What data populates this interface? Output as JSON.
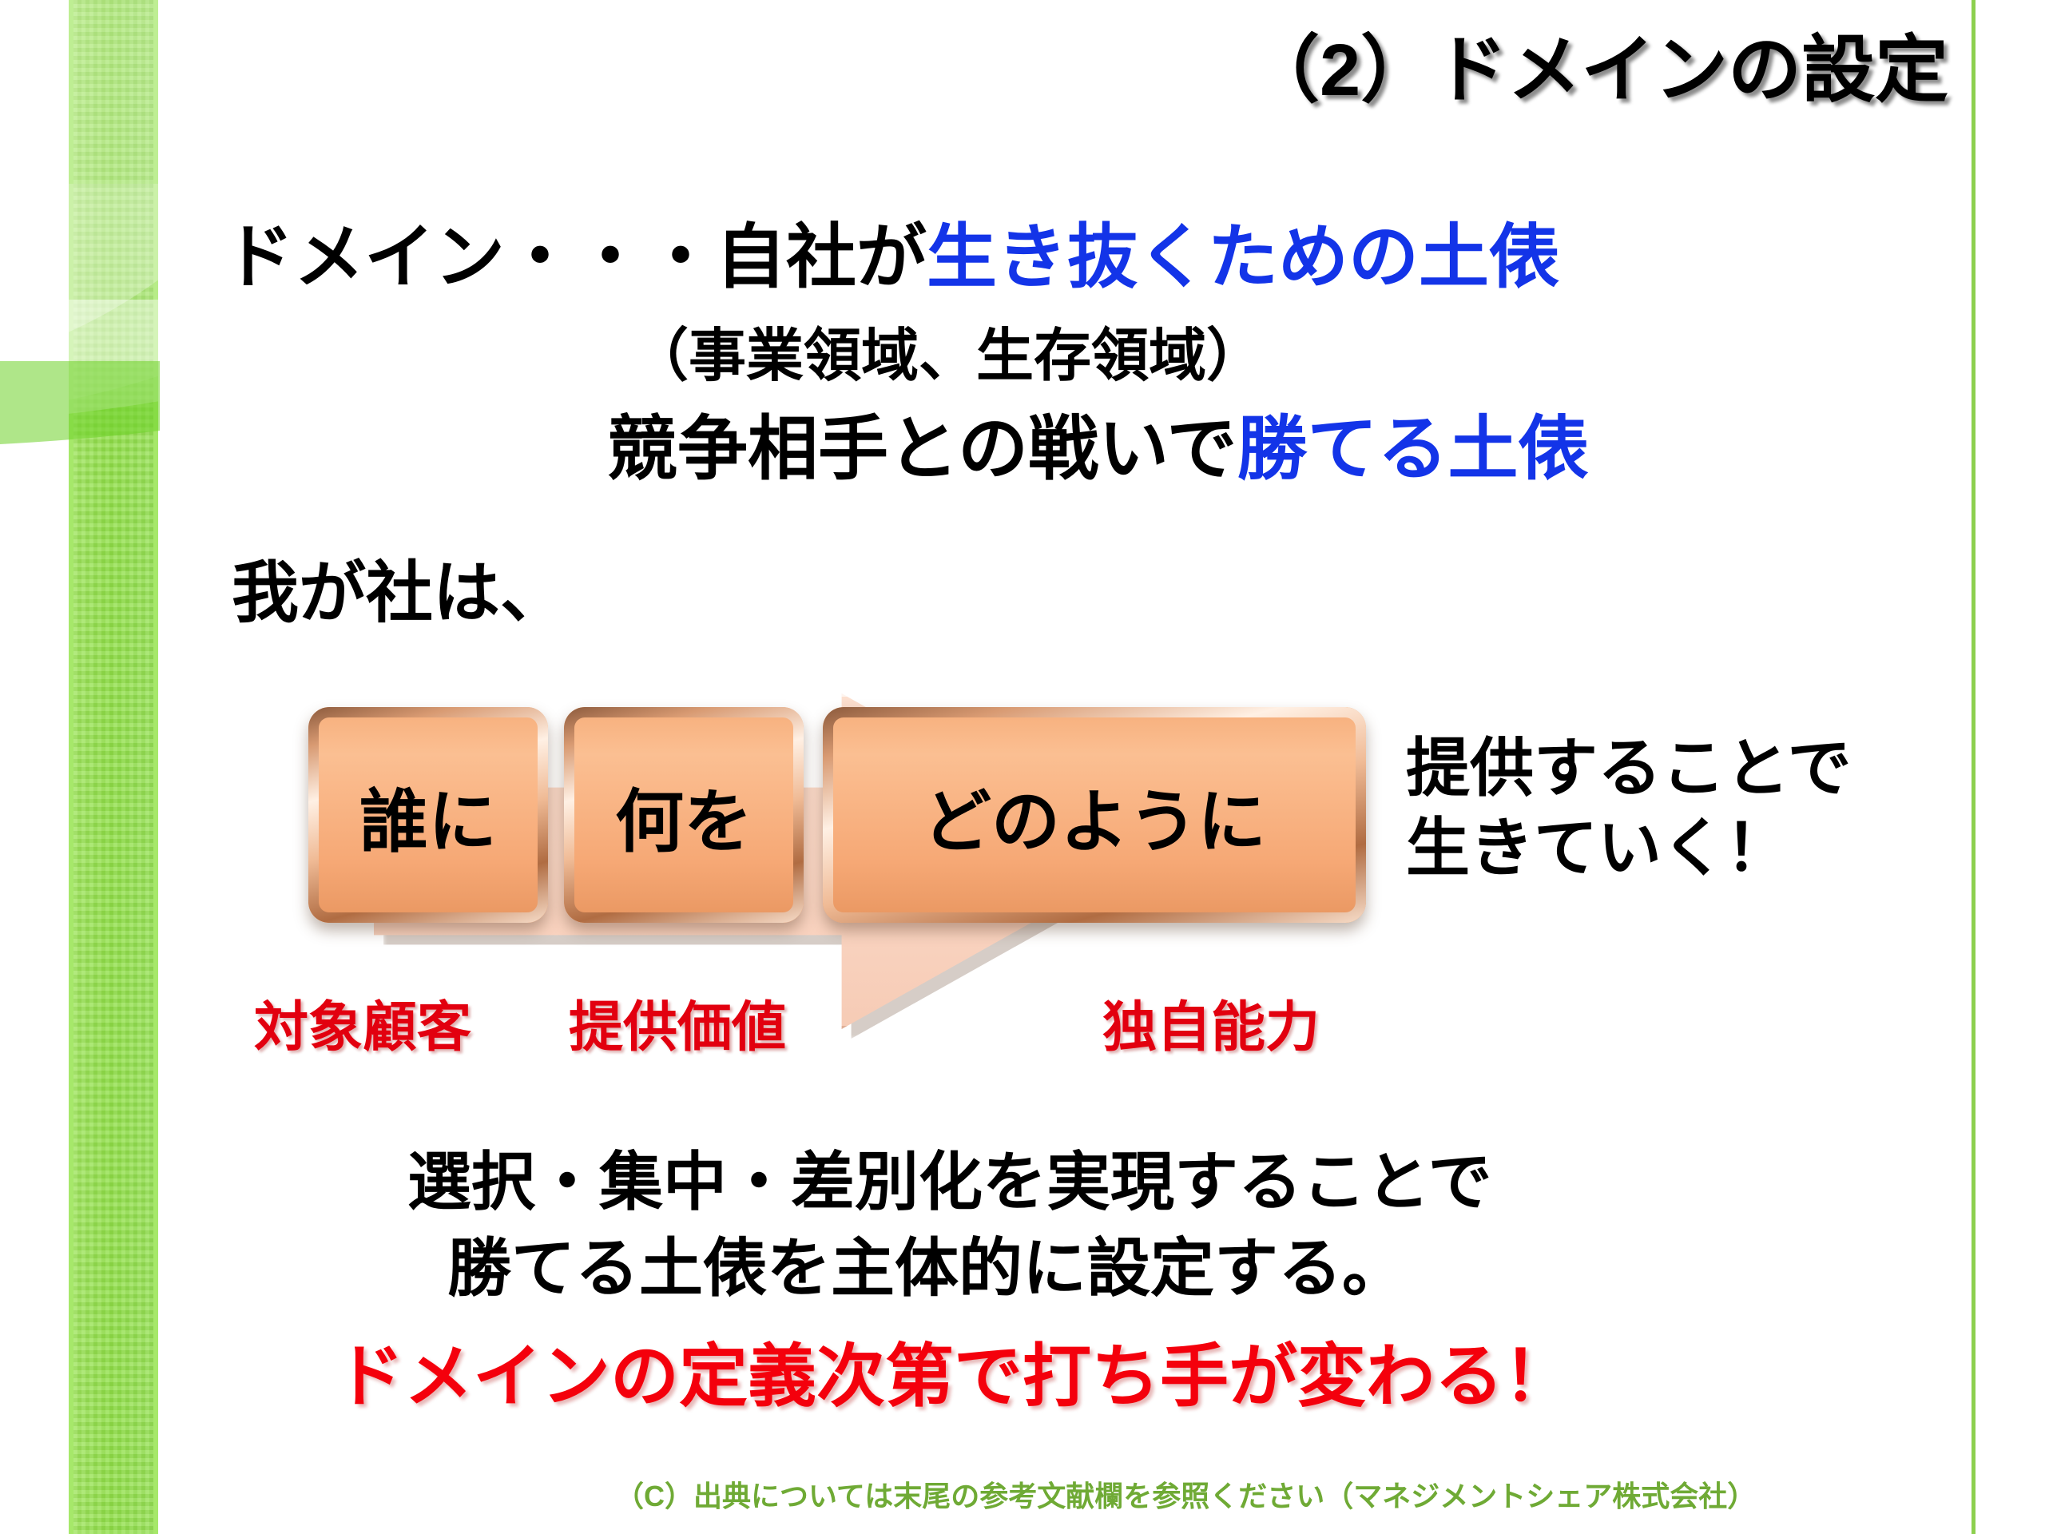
{
  "slide": {
    "title": "（2）ドメインの設定",
    "definition": {
      "line1_black": "ドメイン・・・自社が",
      "line1_blue": "生き抜くための土俵",
      "line2": "（事業領域、生存領域）",
      "line3_black": "競争相手との戦いで",
      "line3_blue": "勝てる土俵"
    },
    "lead_in": "我が社は、",
    "diagram": {
      "boxes": [
        {
          "label": "誰に",
          "caption": "対象顧客"
        },
        {
          "label": "何を",
          "caption": "提供価値"
        },
        {
          "label": "どのように",
          "caption": "独自能力"
        }
      ],
      "arrow_name": "right-block-arrow"
    },
    "right_note_line1": "提供することで",
    "right_note_line2": "生きていく！",
    "conclusion": {
      "line1": "選択・集中・差別化を実現することで",
      "line2": "勝てる土俵を主体的に設定する。",
      "emphasis": "ドメインの定義次第で打ち手が変わる！"
    },
    "footer": "（C）出典については末尾の参考文献欄を参照ください（マネジメントシェア株式会社）",
    "colors": {
      "accent_blue": "#1334e8",
      "accent_red": "#e2000f",
      "emphasis_red": "#f4000c",
      "band_green": "#8fdf46",
      "rule_green": "#8dd04f",
      "footer_green": "#6faa35",
      "box_orange": "#f6ae7b",
      "arrow_peach": "#fbd8c6"
    }
  }
}
